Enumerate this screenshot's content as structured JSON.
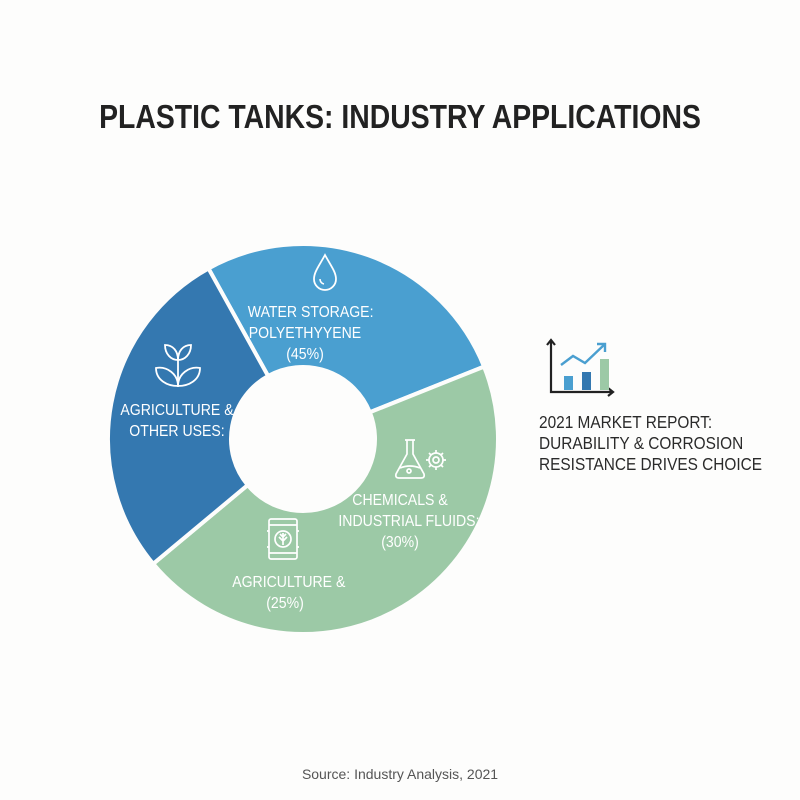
{
  "chart_data": {
    "type": "pie",
    "title": "PLASTIC TANKS: INDUSTRY APPLICATIONS",
    "donut": true,
    "slices": [
      {
        "labels": [
          "WATER STORAGE:",
          "POLYETHYYENE",
          "(45%)"
        ],
        "value": 27,
        "color": "#4a9fd0",
        "icon": "water-drop-icon"
      },
      {
        "labels": [
          "CHEMICALS &",
          "INDUSTRIAL FLUIDS:",
          "(30%)",
          "AGRICULTURE &",
          "(25%)"
        ],
        "value": 45,
        "color": "#9cc9a6",
        "icon": "flask-gear-icon"
      },
      {
        "labels": [
          "AGRICULTURE &",
          "OTHER USES:"
        ],
        "value": 28,
        "color": "#3478b0",
        "icon": "sprout-icon"
      }
    ]
  },
  "note": {
    "icon": "growth-chart-icon",
    "lines": [
      "2021 MARKET REPORT:",
      "DURABILITY & CORROSION",
      "RESISTANCE DRIVES CHOICE"
    ]
  },
  "source": "Source: Industry Analysis, 2021"
}
